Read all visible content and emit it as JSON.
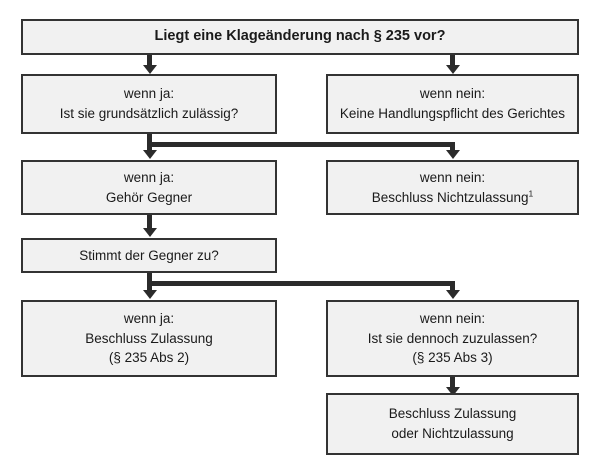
{
  "diagram": {
    "title": "Liegt eine Klageänderung nach § 235 vor?",
    "language": "de",
    "background_color": "#ffffff",
    "node_fill_color": "#f1f1f1",
    "node_border_color": "#333333",
    "connector_color": "#2b2b2b",
    "nodes": {
      "n1": {
        "line1": "Liegt eine Klageänderung nach § 235 vor?"
      },
      "n2": {
        "line1": "wenn ja:",
        "line2": "Ist sie grundsätzlich zulässig?"
      },
      "n3": {
        "line1": "wenn nein:",
        "line2": "Keine Handlungspflicht des Gerichtes"
      },
      "n4": {
        "line1": "wenn ja:",
        "line2": "Gehör Gegner"
      },
      "n5": {
        "line1": "wenn nein:",
        "line2": "Beschluss Nichtzulassung",
        "footnote_marker": "1"
      },
      "n6": {
        "line1": "Stimmt der Gegner zu?"
      },
      "n7": {
        "line1": "wenn ja:",
        "line2": "Beschluss Zulassung",
        "line3": "(§ 235 Abs 2)"
      },
      "n8": {
        "line1": "wenn nein:",
        "line2": "Ist sie dennoch zuzulassen?",
        "line3": "(§ 235 Abs 3)"
      },
      "n9": {
        "line1": "Beschluss Zulassung",
        "line2": "oder Nichtzulassung"
      }
    }
  }
}
